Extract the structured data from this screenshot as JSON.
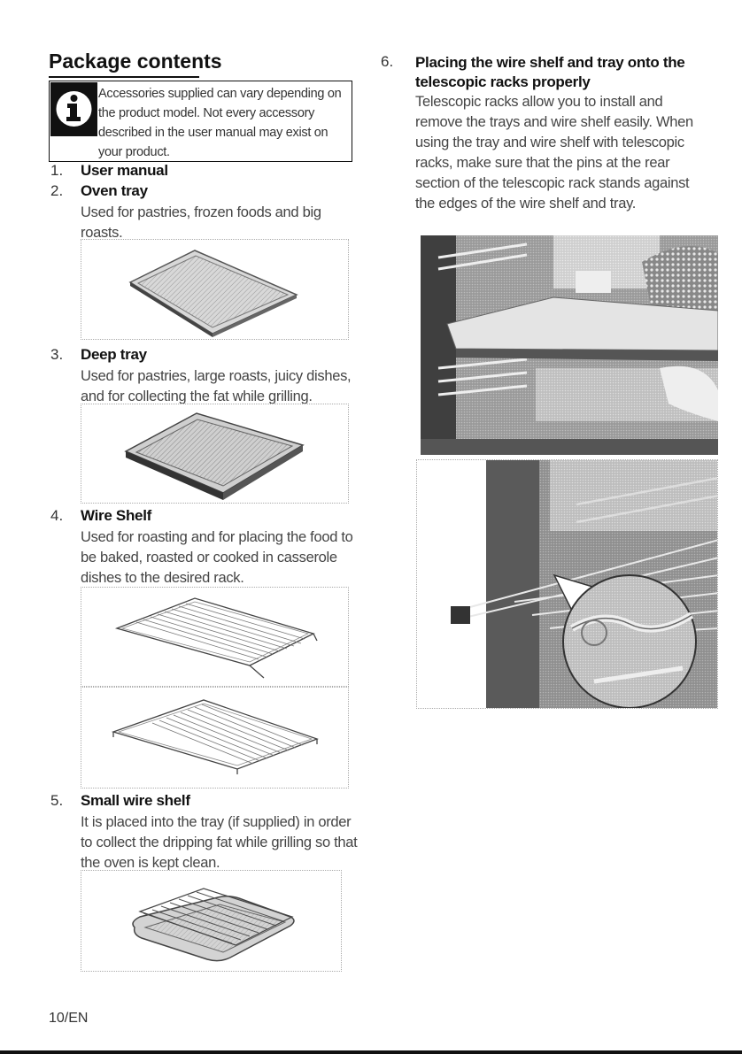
{
  "section": {
    "title": "Package contents"
  },
  "notice": {
    "text": "Accessories supplied can vary depending on the product model. Not every accessory described in the user manual may exist on your product."
  },
  "items": [
    {
      "num": "1.",
      "title": "User manual",
      "desc": ""
    },
    {
      "num": "2.",
      "title": "Oven tray",
      "desc": "Used for pastries, frozen foods and big roasts."
    },
    {
      "num": "3.",
      "title": "Deep tray",
      "desc": "Used for pastries, large roasts, juicy dishes, and for collecting the fat while grilling."
    },
    {
      "num": "4.",
      "title": "Wire Shelf",
      "desc": "Used for roasting and for placing the food to be baked, roasted or cooked in casserole dishes to the desired rack."
    },
    {
      "num": "5.",
      "title": "Small wire shelf",
      "desc": "It is placed into the tray (if supplied) in order to collect the dripping fat while grilling so that the oven is kept clean."
    }
  ],
  "step6": {
    "num": "6.",
    "title": "Placing the wire shelf and tray onto the telescopic racks properly",
    "desc": "Telescopic racks allow you to install and remove the trays and wire shelf easily. When using the tray and wire shelf with telescopic racks, make sure that the pins at the rear section of the telescopic rack stands against the edges of the wire shelf and tray."
  },
  "footer": {
    "page": "10/EN"
  },
  "icons": {
    "info": "info-icon"
  }
}
